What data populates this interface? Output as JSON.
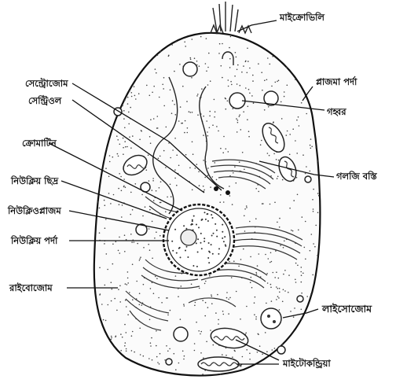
{
  "labels": {
    "microvilli": "মাইক্রোভিলি",
    "plasma_membrane": "প্লাজমা পর্দা",
    "vacuole": "গহ্বর",
    "golgi_body": "গলজি বস্তি",
    "centrosome": "সেন্ট্রোজোম",
    "centriole": "সেন্ট্রিওল",
    "chromatin": "ক্রোমাটিন",
    "nuclear_pore": "নিউক্লিয় ছিদ্র",
    "nucleoplasm": "নিউক্লিওপ্লাজম",
    "nuclear_membrane": "নিউক্লিয় পর্দা",
    "ribosome": "রাইবোজোম",
    "lysosome": "লাইসোজোম",
    "mitochondria": "মাইটোকন্ড্রিয়া"
  }
}
